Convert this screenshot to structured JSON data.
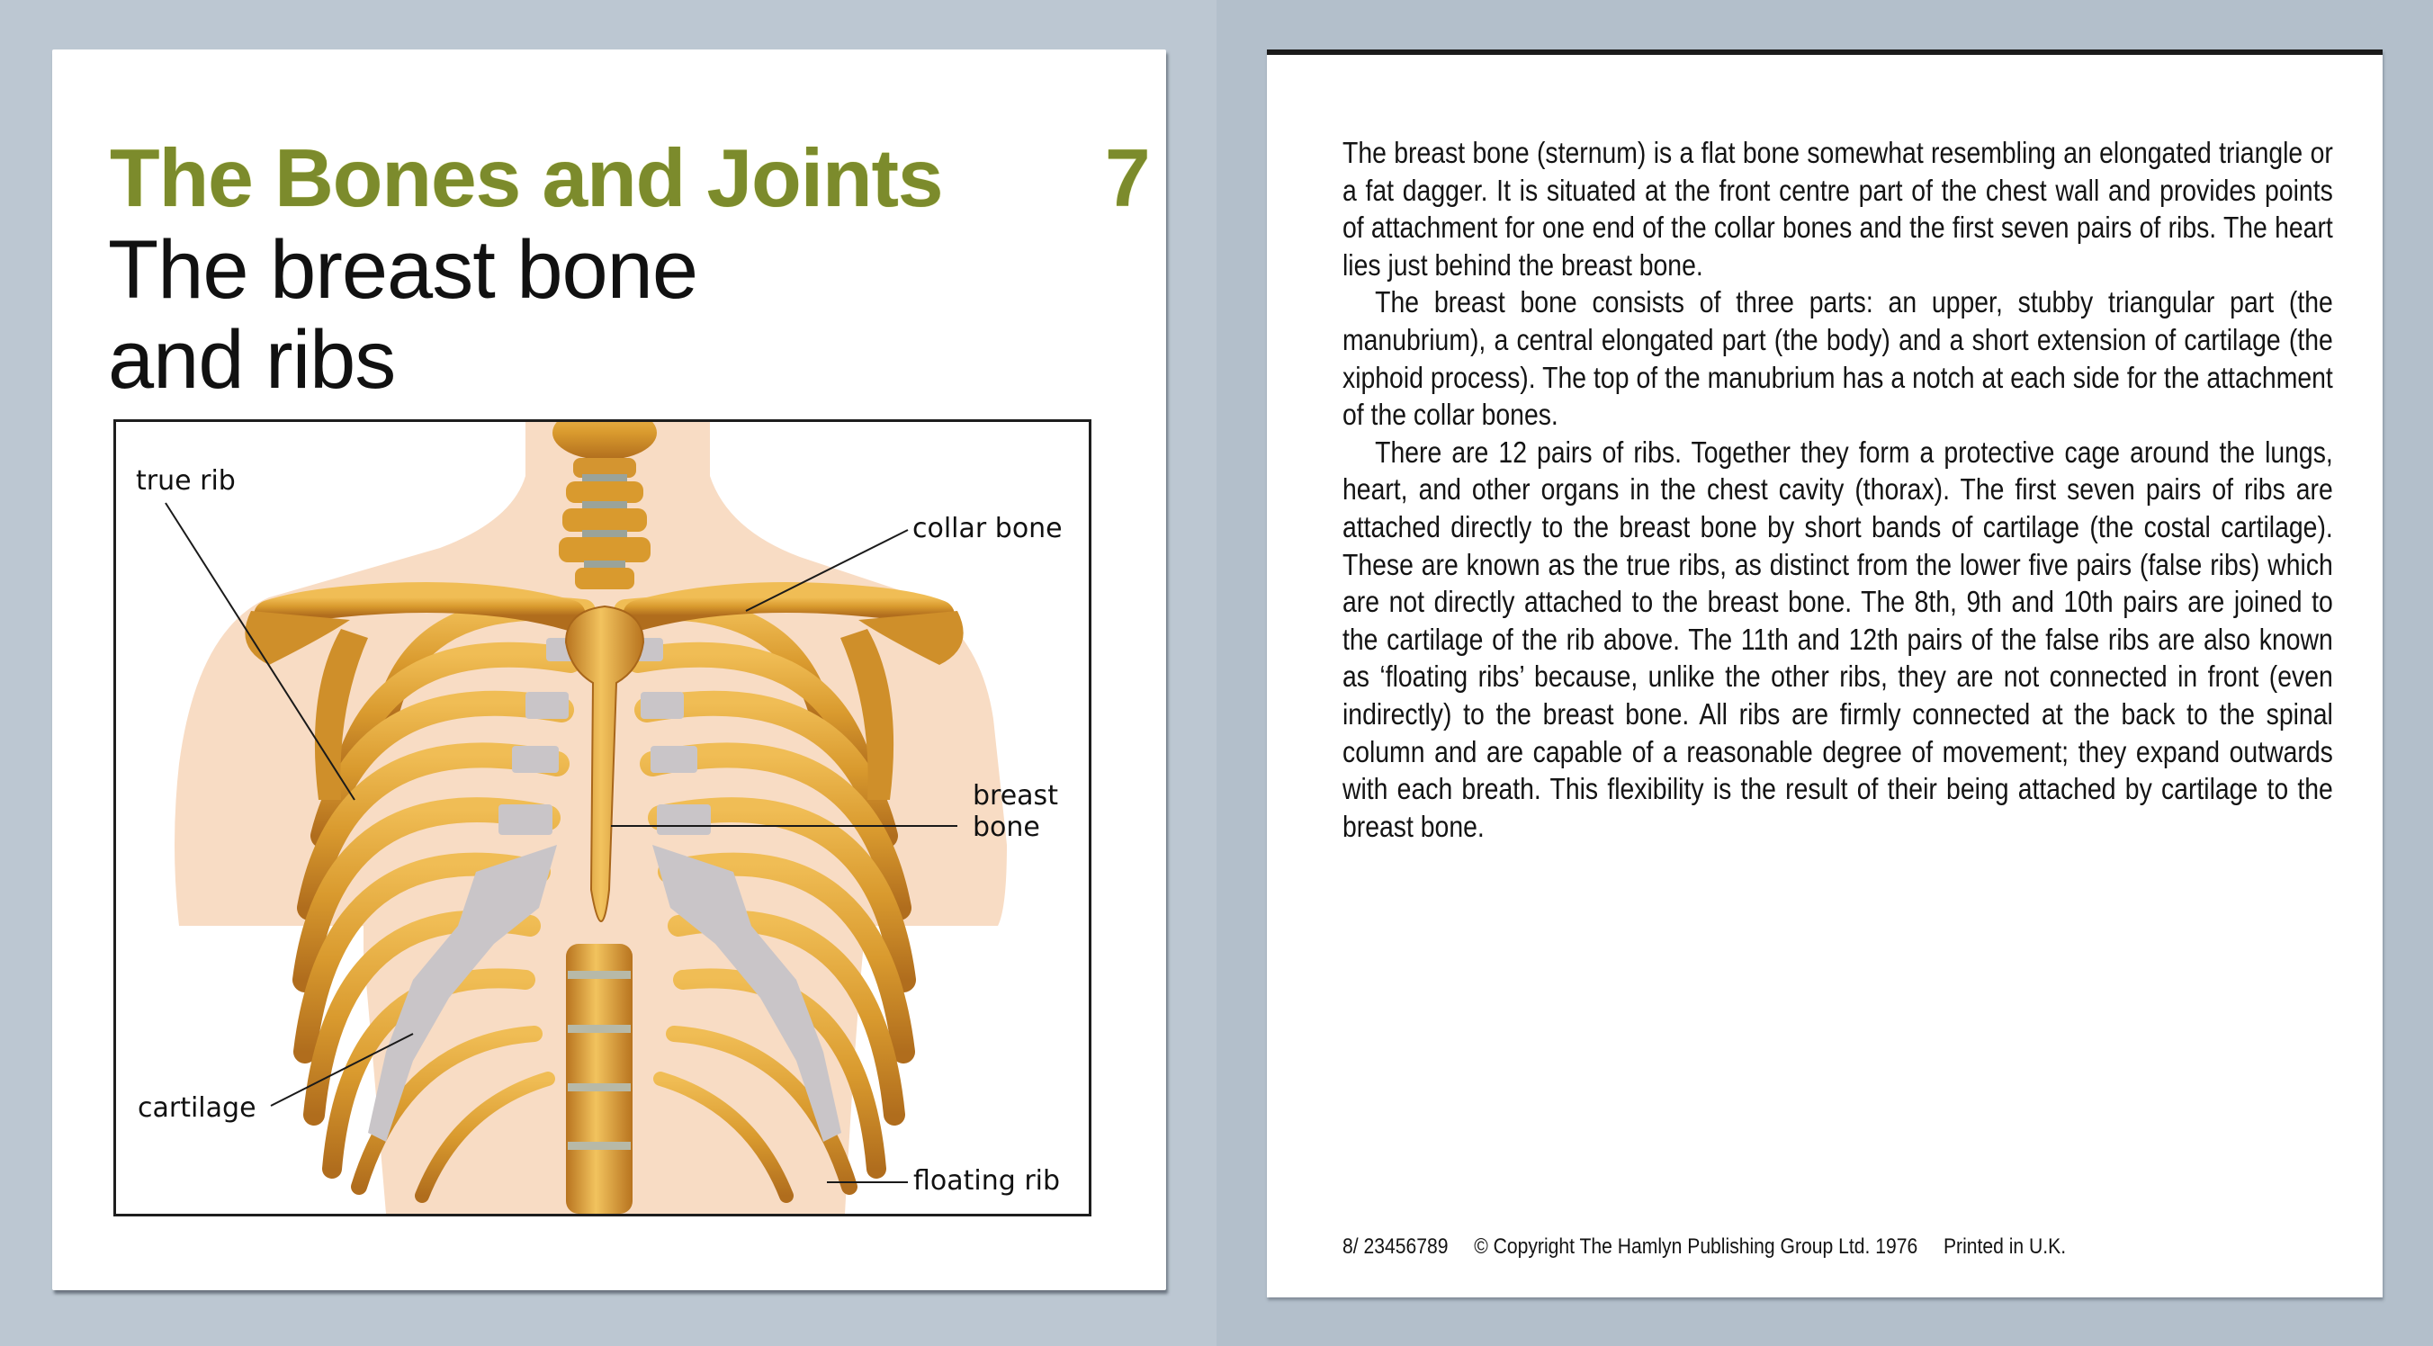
{
  "front": {
    "series_title": "The Bones and Joints",
    "card_number": "7",
    "title_line1": "The breast bone",
    "title_line2": "and ribs",
    "colors": {
      "series_title": "#7c8b2c",
      "bone": "#d99a2e",
      "bone_shadow": "#a8661a",
      "cartilage": "#c8c4c6",
      "skin": "#f8dcc4",
      "frame": "#1e1e1e"
    },
    "illustration": {
      "subject": "front view of human rib cage, breast bone, collar bones and spine",
      "labels": {
        "true_rib": "true rib",
        "collar_bone": "collar bone",
        "breast_bone_line1": "breast",
        "breast_bone_line2": "bone",
        "cartilage": "cartilage",
        "floating_rib": "floating rib"
      }
    }
  },
  "back": {
    "paragraphs": [
      "The breast bone (sternum) is a flat bone somewhat resembling an elongated triangle or a fat dagger. It is situated at the front centre part of the chest wall and provides points of attachment for one end of the collar bones and the first seven pairs of ribs. The heart lies just behind the breast bone.",
      "The breast bone consists of three parts: an upper, stubby triangular part (the manubrium), a central elongated part (the body) and a short extension of cartilage (the xiphoid process). The top of the manubrium has a notch at each side for the attachment of the collar bones.",
      "There are 12 pairs of ribs. Together they form a protective cage around the lungs, heart, and other organs in the chest cavity (thorax). The first seven pairs of ribs are attached directly to the breast bone by short bands of cartilage (the costal cartilage). These are known as the true ribs, as distinct from the lower five pairs (false ribs) which are not directly attached to the breast bone. The 8th, 9th and 10th pairs are joined to the cartilage of the rib above. The 11th and 12th pairs of the false ribs are also known as ‘floating ribs’ because, unlike the other ribs, they are not connected in front (even indirectly) to the breast bone. All ribs are firmly connected at the back to the spinal column and are capable of a reasonable degree of movement; they expand outwards with each breath. This flexibility is the result of their being attached by cartilage to the breast bone."
    ],
    "footer": {
      "code": "8/ 23456789",
      "copyright": "© Copyright  The Hamlyn Publishing Group Ltd.  1976",
      "printed": "Printed in U.K."
    }
  }
}
